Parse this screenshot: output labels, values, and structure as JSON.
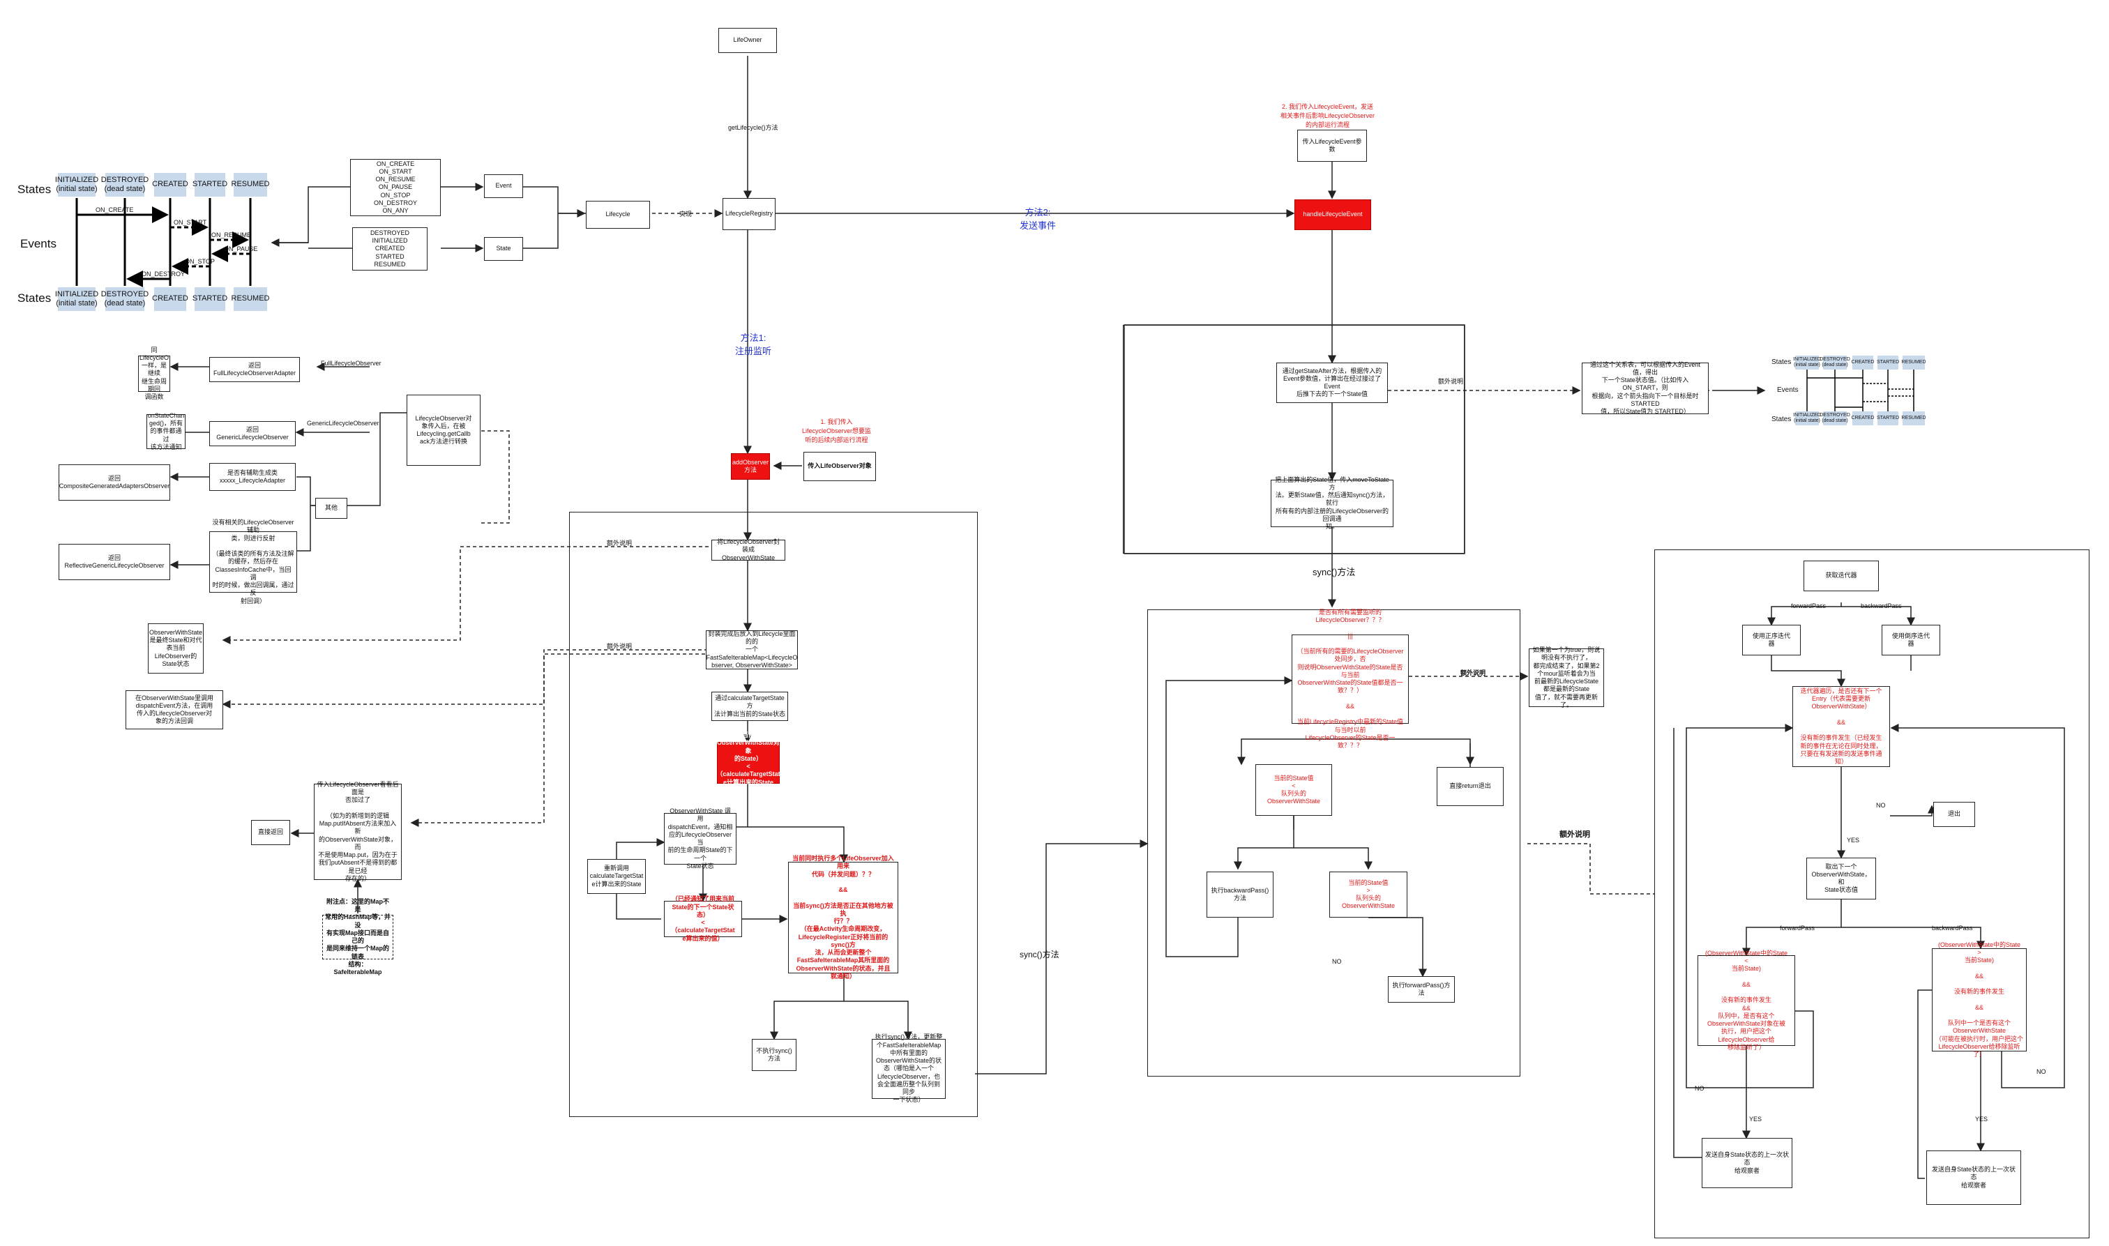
{
  "states_diagram": {
    "states_label": "States",
    "events_label": "Events",
    "states": [
      "INITIALIZED\n(initial state)",
      "DESTROYED\n(dead state)",
      "CREATED",
      "STARTED",
      "RESUMED"
    ],
    "events": [
      "ON_CREATE",
      "ON_START",
      "ON_RESUME",
      "ON_PAUSE",
      "ON_STOP",
      "ON_DESTROY"
    ]
  },
  "nodes": {
    "lifeowner": "LifeOwner",
    "get_lifecycle": "getLifecycle()方法",
    "lifecycle": "Lifecycle",
    "impl": "实现",
    "registry": "LifecycleRegistry",
    "event": "Event",
    "state": "State",
    "event_list": "ON_CREATE\nON_START\nON_RESUME\nON_PAUSE\nON_STOP\nON_DESTROY\nON_ANY",
    "state_list": "DESTROYED\nINITIALIZED\nCREATED\nSTARTED\nRESUMED",
    "method1": "方法1:\n注册监听",
    "method2": "方法2:\n发送事件",
    "add_observer": "addObserver\n方法",
    "pass_observer": "传入LifeObserver对象",
    "note_red_1": "1. 我们传入\nLifecycleObserver想要监\n听的后续内部运行流程",
    "note_red_2": "2. 我们传入LifecycleEvent，发送\n相关事件后影响LifecycleObserver\n的内部运行流程",
    "pass_event": "传入LifecycleEvent参数",
    "handle_event": "handleLifecycleEvent",
    "lco_adapter_note": "LifecycleObserver对\n象传入后，在被\nLifecycling.getCallb\nack方法进行转换",
    "full_label": "FullLifecycleObserver",
    "generic_label": "GenericLifecycleObserver",
    "full_adapter": "返回\nFullLifecycleObserverAdapter",
    "generic_return": "返回\nGenericLifecycleObserver",
    "composite": "返回\nCompositeGeneratedAdaptersObserver",
    "reflective": "返回\nReflectiveGenericLifecycleObserver",
    "both_note": "同LifecycleO\n一样，是继续\n继生命周期回\n调函数",
    "onstate_note": "onStateChan\nged()，所有\n的事件都通过\n该方法通知",
    "other": "其他",
    "has_adapter": "是否有辅助生成类\nxxxxx_LifecycleAdapter",
    "no_adapter": "没有相关的LifecycleObserver辅助\n类，则进行反射\n\n（最终该类的所有方法及注解\n的缓存，然后存在\nClassesInfoCache中，当回调\n时的时候，做出回调属，通过反\n射回调）",
    "ows_note": "ObserverWithState\n是最终State和对代\n表当前\nLifeObserver的\nState状态",
    "dispatch_note": "在ObserverWithState里调用\ndispatchEvent方法，在调用\n传入的LifecycleObserver对\n象的方法回调",
    "frame_note_1": "额外说明",
    "frame_note_2": "额外说明",
    "frame_note_3": "额外说明",
    "frame_note_4": "额外说明",
    "extra_note": "额外说明",
    "wrap_ows": "将LifecycleObserver封装成\nObserverWithState",
    "put_map": "封装完成后放入到Lifecycle里面的的\n一个FastSafeIterableMap<LifecycleO\nbserver, ObserverWithState>",
    "calc_target": "通过calculateTargetState方\n法计算出当前的State状态",
    "cond1": "（当前的\nObserverWithState对象\n的State）\n<\n（calculateTargetStat\ne计算出来的State\n）？？？",
    "dispatch_event": "ObserverWithState 调用\ndispatchEvent，通知相\n应的LifecycleObserver当\n前的生命周期State的下一个\nState状态",
    "recalc": "重新调用\ncalculateTargetStat\ne计算出来的State",
    "cond2": "（已经通知了用来当前\nState的下一个State状\n态）\n<\n（calculateTargetStat\ne算出来的值）",
    "cond3": "当前同时执行多个LifeObserver加入用来\n代码（并发问题）？？\n\n&&\n\n当前sync()方法是否正在其他地方被执\n行？？\n（在最Activity生命周期改变，\nLifecycleRegister正好将当前的sync()方\n法，从而会更新整个\nFastSafeIterableMap其所里面的\nObserverWithState的状态，并且\n就通知）",
    "not_sync": "不执行sync()\n方法",
    "do_sync": "执行sync()方法，更新整\n个FastSafeIterableMap\n中所有里面的\nObserverWithState的状\n态（哪怕是入一个\nLifecycleObserver，也\n会全面遍历整个队列到同步\n一下状态）",
    "pass_observer_map": "传入LifecycleObserver看看后面是\n否加过了\n\n（如为的新增到的逻辑\nMap.putIfAbsent方法来加入新\n的ObserverWithState对象，而\n不是使用Map.put，因为在于\n我们putAbsent不是得到的都是已经\n存在的）",
    "return_direct": "直接返回",
    "supplement": "附注点：这里的Map不是\n常用的HashMap等，并没\n有实现Map接口而是自己的\n是同来维持一个Map的链表\n结构：SafeIterableMap",
    "get_state_after": "通过getStateAfter方法，根据传入的\nEvent参数值，计算出在经过接过了Event\n后推下去的下一个State值",
    "move_to_state": "把上面算出的State值，传入moveToState方\n法。更新State值，然后通知sync()方法，就行\n所有有的内部注册的LifecycleObserver的回调通\n知。",
    "extra_right_note": "通过这个关系表，可以根据传入的Event值，得出\n下一个State状态值。（比如传入ON_START，则\n根据向，这个箭头指向下一个目标是时STARTED\n值，所以State值为 STARTED）",
    "sync_label": "sync()方法",
    "sync_label2": "sync()方法",
    "sync_cond": "是否有所有需要监听的LifecycleObserver？？？\n\n|||\n\n（当前所有的需要的LifecycleObserver处同步，否\n则说明ObserverWithState的State是否与当前\nObserverWithState的State值都是否一致？？）\n\n&&\n\n当前LifecycleRegistry中最新的State值与当时以前\nLifecycleObserver的State是否一致？？？",
    "sync_note": "如果第一个为true，则说明没有不执行了，\n都完成结束了，如果第2个mour监听着会为当\n前最新的LifecycleState都是最新的State\n值了，就不需要再更新了。",
    "cur_lt": "当前的State值\n<\n队列头的\nObserverWithState",
    "return_directly": "直接return退出",
    "backward": "执行backwardPass()方法",
    "cur_gt": "当前的State值\n>\n队列头的ObserverWithState",
    "forward": "执行forwardPass()方法",
    "no": "NO",
    "yes": "YES",
    "fp_bp_title": "获取迭代器",
    "forward_pass": "forwardPass",
    "backward_pass": "backwardPass",
    "asc_iter": "使用正序迭代\n器",
    "desc_iter": "使用倒序迭代\n器",
    "has_next": "迭代器遍历，是否还有下一个\nEntry（代表需要更新\nObserverWithState）\n\n&&\n\n没有新的事件发生（已经发生\n新的事件在无论在同时处理，\n只要在有发送新的发送事件通\n知）",
    "exit": "退出",
    "take_next": "取出下一个\nObserverWithState，和\nState状态值",
    "fwd_cond": "(ObserverWithState中的State\n<\n当前State)\n\n&&\n\n没有新的事件发生\n&&\n队列中，是否有这个\nObserverWithState对象在被\n执行，用户把这个LifecycleObserver给\n移除监听了）",
    "bwd_cond": "(ObserverWithState中的State\n>\n当前State)\n\n&&\n\n没有新的事件发生\n\n&&\n\n队列中一个是否有这个ObserverWithState\n（可能在被执行时，用户把这个\nLifecycleObserver给移除监听了）",
    "fwd_send": "发送自身State状态的上一次状态\n给观察者",
    "bwd_send": "发送自身State状态的上一次状态\n给观察者"
  }
}
